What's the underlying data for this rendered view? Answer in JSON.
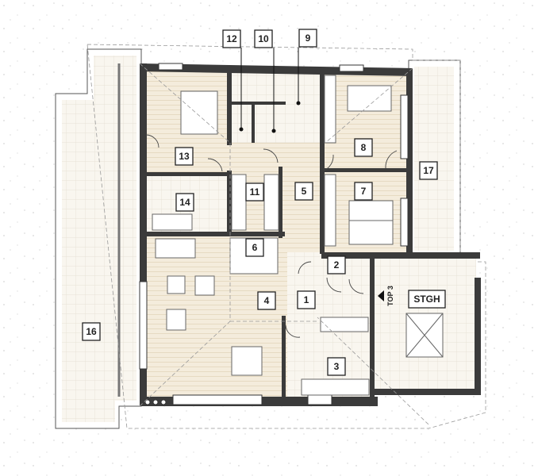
{
  "plan": {
    "unit_label": "TOP 3",
    "stairwell_label": "STGH",
    "rooms": {
      "r1": "1",
      "r2": "2",
      "r3": "3",
      "r4": "4",
      "r5": "5",
      "r6": "6",
      "r7": "7",
      "r8": "8",
      "r9": "9",
      "r10": "10",
      "r11": "11",
      "r12": "12",
      "r13": "13",
      "r14": "14",
      "r16": "16",
      "r17": "17"
    }
  },
  "colors": {
    "wall": "#3b3b3b",
    "floor": "#f4ecdc",
    "tile": "#f8f5ee"
  }
}
